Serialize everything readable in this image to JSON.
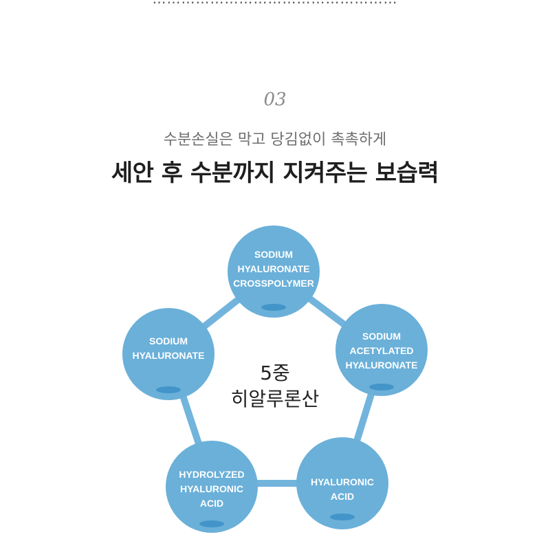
{
  "header": {
    "cut_text": "……………………………………………",
    "step_number": "03",
    "subtitle": "수분손실은 막고 당김없이 촉촉하게",
    "headline": "세안 후 수분까지 지켜주는 보습력"
  },
  "diagram": {
    "center_lines": [
      "5중",
      "히알루론산"
    ],
    "nodes": [
      {
        "lines": [
          "SODIUM",
          "HYALURONATE",
          "CROSSPOLYMER"
        ]
      },
      {
        "lines": [
          "SODIUM",
          "ACETYLATED",
          "HYALURONATE"
        ]
      },
      {
        "lines": [
          "HYALURONIC",
          "ACID"
        ]
      },
      {
        "lines": [
          "HYDROLYZED",
          "HYALURONIC",
          "ACID"
        ]
      },
      {
        "lines": [
          "SODIUM",
          "HYALURONATE"
        ]
      }
    ],
    "colors": {
      "circle": "#6ab0d9",
      "connector": "#72b4dc",
      "base_shadow": "#3b8fc6"
    }
  }
}
